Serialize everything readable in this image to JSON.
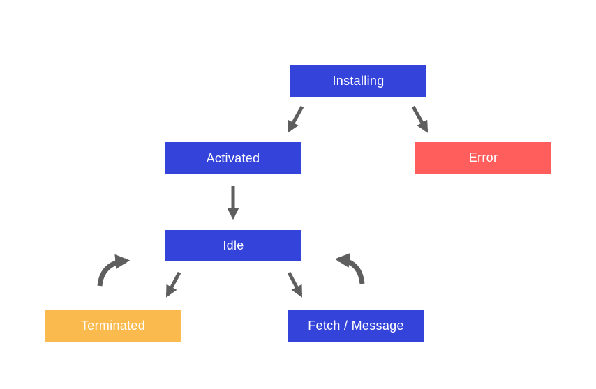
{
  "background_color": "#ffffff",
  "colors": {
    "blue": "#3444DB",
    "red": "#FF5E5C",
    "orange": "#FBBA4D",
    "arrow": "#5E5E5E",
    "node_text": "#FFFFFF"
  },
  "diagram": {
    "nodes": [
      {
        "id": "installing",
        "label": "Installing",
        "color": "#3444DB"
      },
      {
        "id": "activated",
        "label": "Activated",
        "color": "#3444DB"
      },
      {
        "id": "error",
        "label": "Error",
        "color": "#FF5E5C"
      },
      {
        "id": "idle",
        "label": "Idle",
        "color": "#3444DB"
      },
      {
        "id": "terminated",
        "label": "Terminated",
        "color": "#FBBA4D"
      },
      {
        "id": "fetch_message",
        "label": "Fetch / Message",
        "color": "#3444DB"
      }
    ],
    "edges": [
      {
        "from": "installing",
        "to": "activated",
        "style": "straight"
      },
      {
        "from": "installing",
        "to": "error",
        "style": "straight"
      },
      {
        "from": "activated",
        "to": "idle",
        "style": "straight"
      },
      {
        "from": "idle",
        "to": "terminated",
        "style": "straight"
      },
      {
        "from": "idle",
        "to": "fetch_message",
        "style": "straight"
      },
      {
        "from": "terminated",
        "to": "idle",
        "style": "curved"
      },
      {
        "from": "fetch_message",
        "to": "idle",
        "style": "curved"
      }
    ]
  }
}
